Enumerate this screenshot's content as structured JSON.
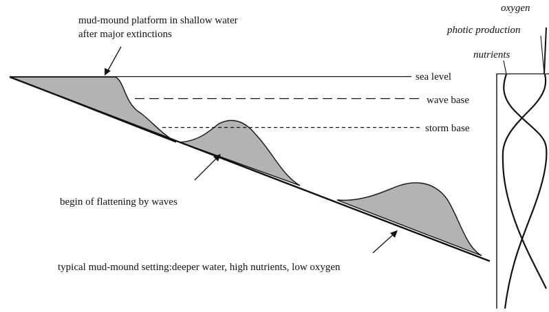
{
  "diagram": {
    "annotations": {
      "platform_line1": "mud-mound platform in shallow water",
      "platform_line2": "after major extinctions",
      "flattening": "begin of flattening  by waves",
      "typical": "typical mud-mound setting:deeper water, high nutrients, low oxygen"
    },
    "levels": {
      "sea_level": "sea level",
      "wave_base": "wave base",
      "storm_base": "storm base"
    },
    "profile_curves": {
      "oxygen": "oxygen",
      "photic_production": "photic production",
      "nutrients": "nutrients"
    },
    "colors": {
      "mound_fill": "#b3b3b3",
      "line": "#111111"
    }
  }
}
